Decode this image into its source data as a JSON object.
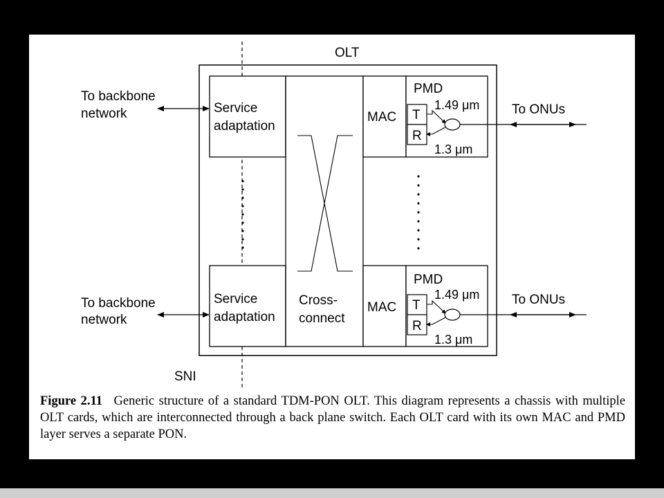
{
  "diagram": {
    "olt_label": "OLT",
    "sni_label": "SNI",
    "backbone_top_line1": "To backbone",
    "backbone_top_line2": "network",
    "backbone_bottom_line1": "To backbone",
    "backbone_bottom_line2": "network",
    "service_top_line1": "Service",
    "service_top_line2": "adaptation",
    "service_bottom_line1": "Service",
    "service_bottom_line2": "adaptation",
    "crossconnect_line1": "Cross-",
    "crossconnect_line2": "connect",
    "mac_top": "MAC",
    "mac_bottom": "MAC",
    "pmd_top": "PMD",
    "pmd_bottom": "PMD",
    "tx_top": "T",
    "rx_top": "R",
    "tx_bottom": "T",
    "rx_bottom": "R",
    "wl_tx_top": "1.49 μm",
    "wl_rx_top": "1.3 μm",
    "wl_tx_bottom": "1.49 μm",
    "wl_rx_bottom": "1.3 μm",
    "onus_top": "To ONUs",
    "onus_bottom": "To ONUs"
  },
  "caption": {
    "label": "Figure 2.11",
    "text": "Generic structure of a standard TDM-PON OLT. This diagram represents a chassis with multiple OLT cards, which are interconnected through a back plane switch. Each OLT card with its own MAC and PMD layer serves a separate PON."
  }
}
